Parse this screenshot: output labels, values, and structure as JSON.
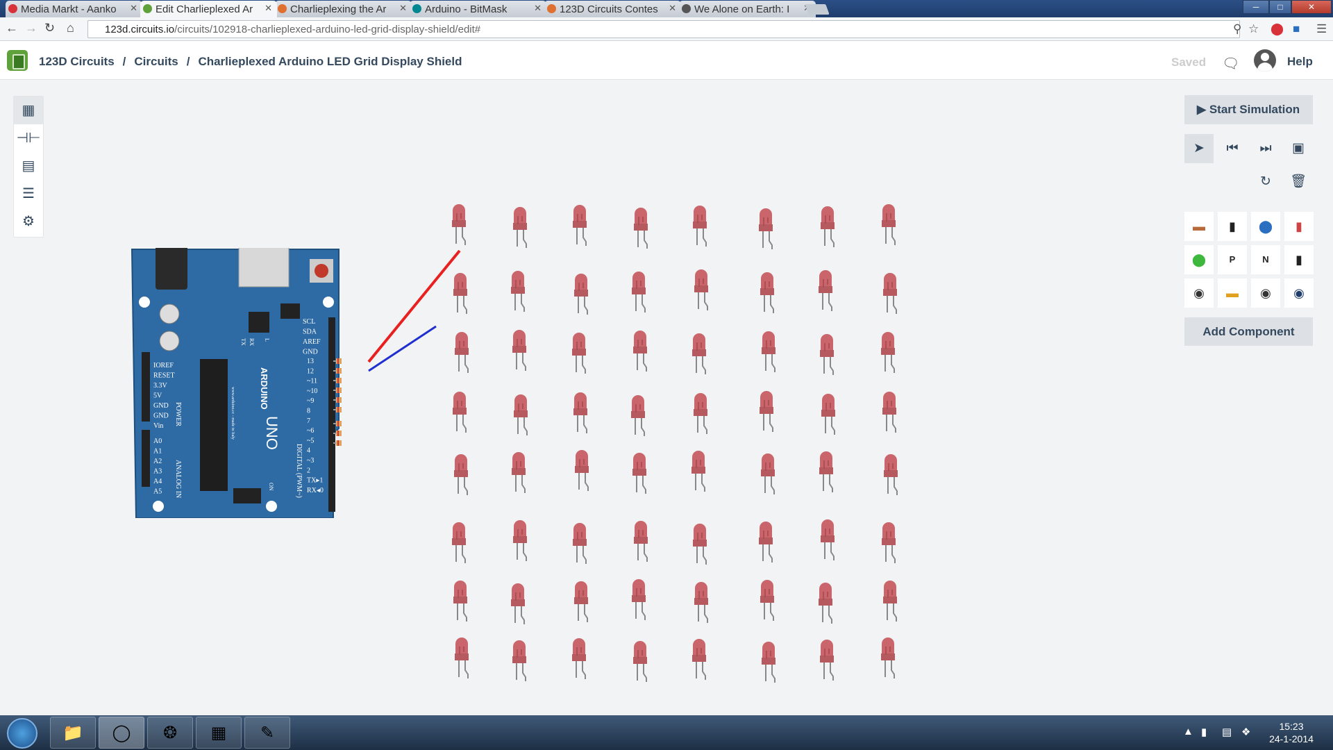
{
  "browser": {
    "tabs": [
      {
        "title": "Media Markt - Aanko",
        "color": "#d9313a"
      },
      {
        "title": "Edit Charlieplexed Ar",
        "color": "#5fa13a",
        "active": true
      },
      {
        "title": "Charlieplexing the Ar",
        "color": "#e07030"
      },
      {
        "title": "Arduino - BitMask",
        "color": "#00878f"
      },
      {
        "title": "123D Circuits Contes",
        "color": "#e07030"
      },
      {
        "title": "We Alone on Earth: I",
        "color": "#555555"
      }
    ],
    "url_prefix": "123d.circuits.io",
    "url_rest": "/circuits/102918-charlieplexed-arduino-led-grid-display-shield/edit#"
  },
  "header": {
    "app": "123D Circuits",
    "section": "Circuits",
    "sep": "/",
    "title": "Charlieplexed Arduino LED Grid Display Shield",
    "saved": "Saved",
    "help": "Help"
  },
  "left_tools": [
    "breadboard-icon",
    "capacitor-icon",
    "chip-icon",
    "list-icon",
    "gear-icon"
  ],
  "right_panel": {
    "start_label": "Start Simulation",
    "add_component": "Add Component"
  },
  "palette": [
    "resistor-strip",
    "capacitor-electrolytic",
    "led-blue",
    "resistor",
    "led-green",
    "transistor-pnp",
    "transistor-npn",
    "diode",
    "motor",
    "display",
    "pushbutton",
    "potentiometer"
  ],
  "board": {
    "power_labels": [
      "IOREF",
      "RESET",
      "3.3V",
      "5V",
      "GND",
      "GND",
      "Vin"
    ],
    "analog_labels": [
      "A0",
      "A1",
      "A2",
      "A3",
      "A4",
      "A5"
    ],
    "top_labels": [
      "SCL",
      "SDA",
      "AREF",
      "GND"
    ],
    "digital_labels": [
      "13",
      "12",
      "~11",
      "~10",
      "~9",
      "8",
      "7",
      "~6",
      "~5",
      "4",
      "~3",
      "2",
      "TX▸1",
      "RX◂0"
    ],
    "brand": "ARDUINO",
    "model": "UNO",
    "power_header": "POWER",
    "analog_header": "ANALOG IN",
    "digital_header": "DIGITAL (PWM~)",
    "tx": "TX",
    "rx": "RX",
    "l": "L",
    "on": "ON",
    "made": "www.arduino.cc - made in Italy"
  },
  "leds": {
    "rows": 8,
    "cols": 8,
    "color": "#c9656b"
  },
  "taskbar": {
    "time": "15:23",
    "date": "24-1-2014"
  }
}
